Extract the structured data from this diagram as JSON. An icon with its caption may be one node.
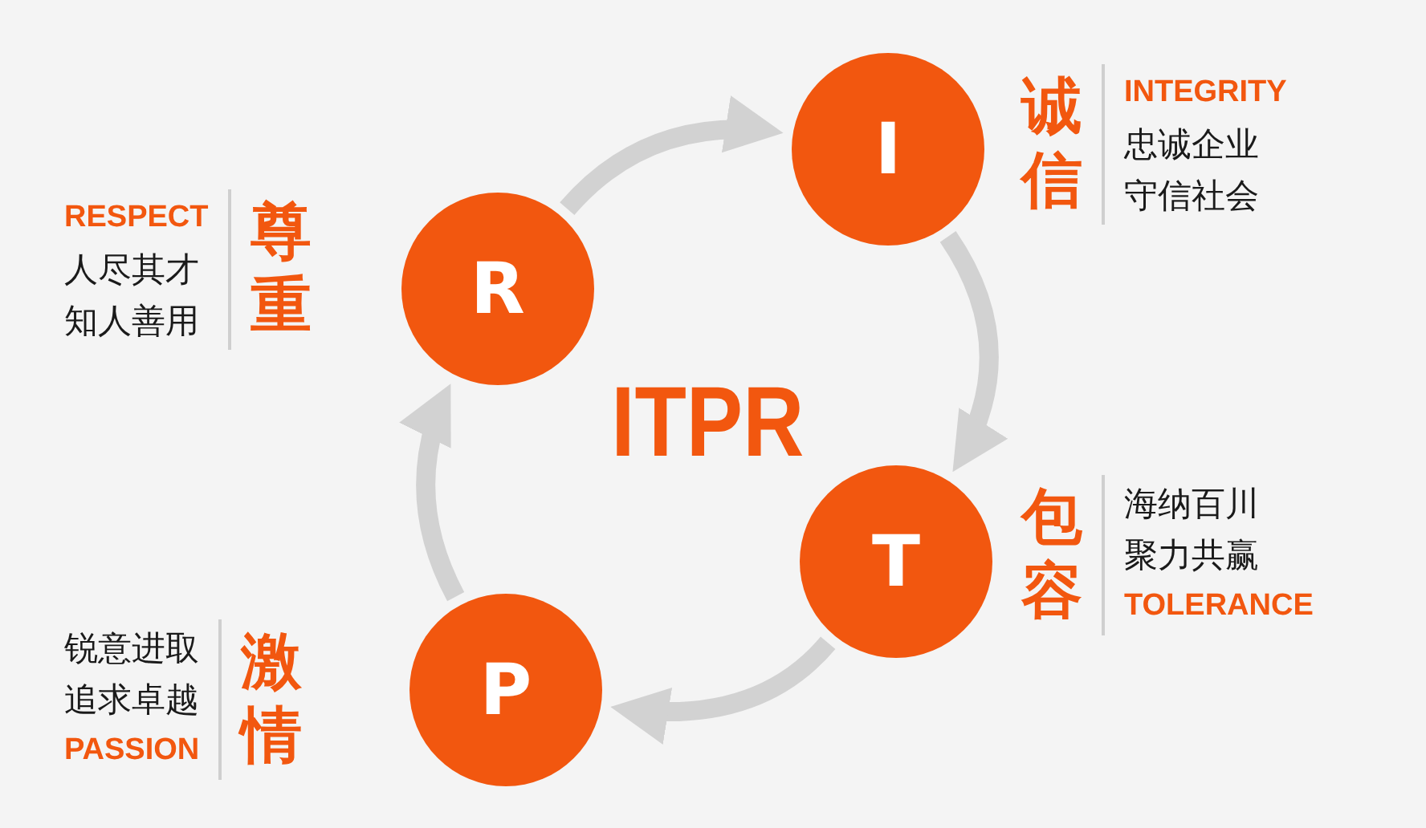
{
  "diagram": {
    "nodes": [
      {
        "text": [
          "R"
        ],
        "beside": [
          "RESPECT",
          "人尽其才",
          "知人善用",
          "尊重"
        ]
      },
      {
        "text": [
          "I"
        ],
        "beside": [
          "诚信",
          "INTEGRITY",
          "忠诚企业",
          "守信社会"
        ]
      },
      {
        "text": [
          "T"
        ],
        "beside": [
          "包容",
          "海纳百川",
          "聚力共赢",
          "TOLERANCE"
        ]
      },
      {
        "text": [
          "P"
        ],
        "beside": [
          "锐意进取",
          "追求卓越",
          "PASSION",
          "激情"
        ]
      }
    ],
    "edges": [
      {
        "from": 0,
        "to": 1,
        "arrow": "to"
      },
      {
        "from": 1,
        "to": 2,
        "arrow": "to"
      },
      {
        "from": 2,
        "to": 3,
        "arrow": "to"
      },
      {
        "from": 3,
        "to": 0,
        "arrow": "to"
      }
    ],
    "labels": [
      "ITPR"
    ]
  }
}
